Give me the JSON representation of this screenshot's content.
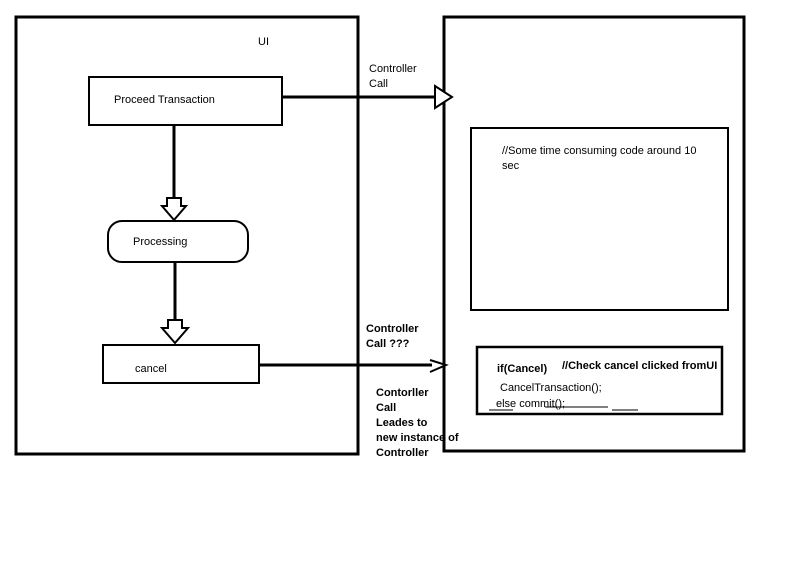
{
  "left_panel": {
    "title": "UI",
    "proceed_box": "Proceed Transaction",
    "processing_box": "Processing",
    "cancel_box": "cancel"
  },
  "arrows": {
    "top_label_line1": "Controller",
    "top_label_line2": "Call",
    "mid_label_line1": "Controller",
    "mid_label_line2": "Call ???",
    "note_lines": [
      "Contorller",
      "Call",
      "Leades to",
      "new instance of",
      "Controller"
    ]
  },
  "right_panel": {
    "code_comment": "//Some time consuming code around 10 sec",
    "check_if": "if(Cancel)",
    "check_comment": "//Check cancel clicked fromUI",
    "cancel_call": "CancelTransaction();",
    "else_line": "else commit();"
  }
}
